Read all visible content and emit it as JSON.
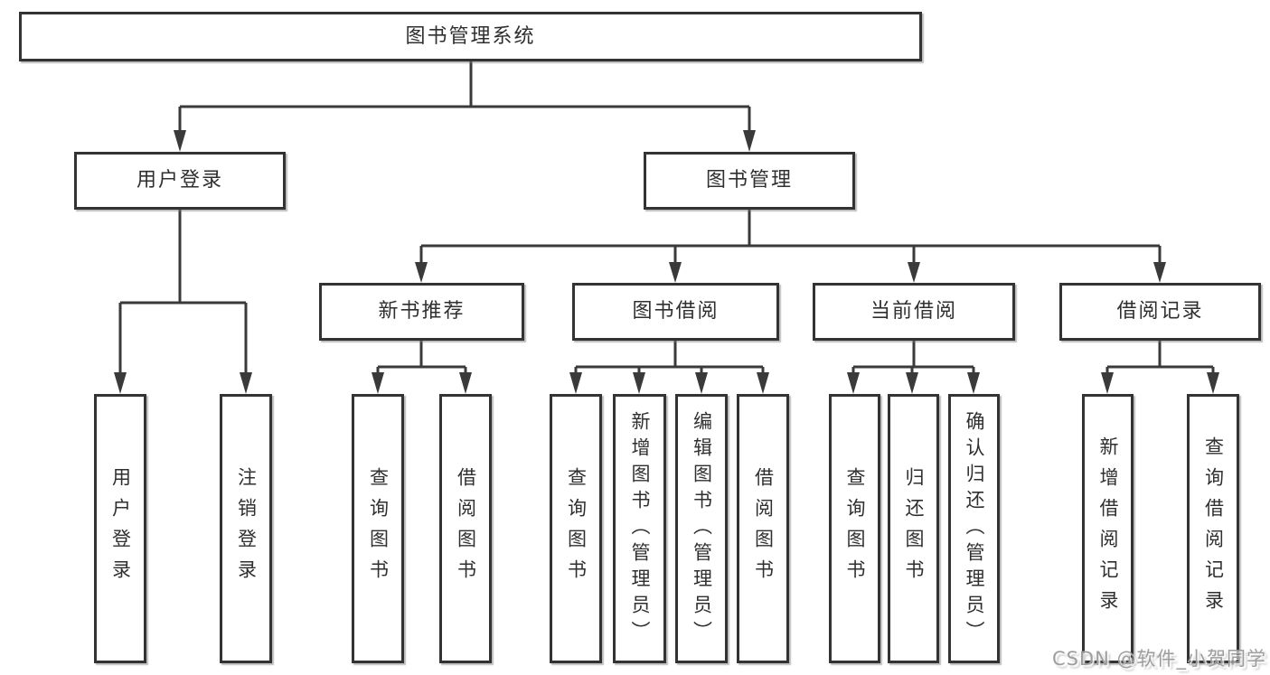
{
  "colors": {
    "background": "#ffffff",
    "line": "#3a3a3a",
    "border": "#333333",
    "text": "#2f2f2f",
    "watermark": "#9e9e9e"
  },
  "diagram_type": "hierarchy-tree",
  "root": {
    "label": "图书管理系统"
  },
  "level2": [
    {
      "label": "用户登录"
    },
    {
      "label": "图书管理"
    }
  ],
  "level3": [
    {
      "label": "新书推荐",
      "parent": "图书管理"
    },
    {
      "label": "图书借阅",
      "parent": "图书管理"
    },
    {
      "label": "当前借阅",
      "parent": "图书管理"
    },
    {
      "label": "借阅记录",
      "parent": "图书管理"
    }
  ],
  "leaves": [
    {
      "label": "用户登录",
      "parent": "用户登录"
    },
    {
      "label": "注销登录",
      "parent": "用户登录"
    },
    {
      "label": "查询图书",
      "parent": "新书推荐"
    },
    {
      "label": "借阅图书",
      "parent": "新书推荐"
    },
    {
      "label": "查询图书",
      "parent": "图书借阅"
    },
    {
      "label": "新增图书（管理员）",
      "parent": "图书借阅"
    },
    {
      "label": "编辑图书（管理员）",
      "parent": "图书借阅"
    },
    {
      "label": "借阅图书",
      "parent": "图书借阅"
    },
    {
      "label": "查询图书",
      "parent": "当前借阅"
    },
    {
      "label": "归还图书",
      "parent": "当前借阅"
    },
    {
      "label": "确认归还（管理员）",
      "parent": "当前借阅"
    },
    {
      "label": "新增借阅记录",
      "parent": "借阅记录"
    },
    {
      "label": "查询借阅记录",
      "parent": "借阅记录"
    }
  ],
  "watermark": {
    "text": "CSDN @软件_小贺同学"
  }
}
